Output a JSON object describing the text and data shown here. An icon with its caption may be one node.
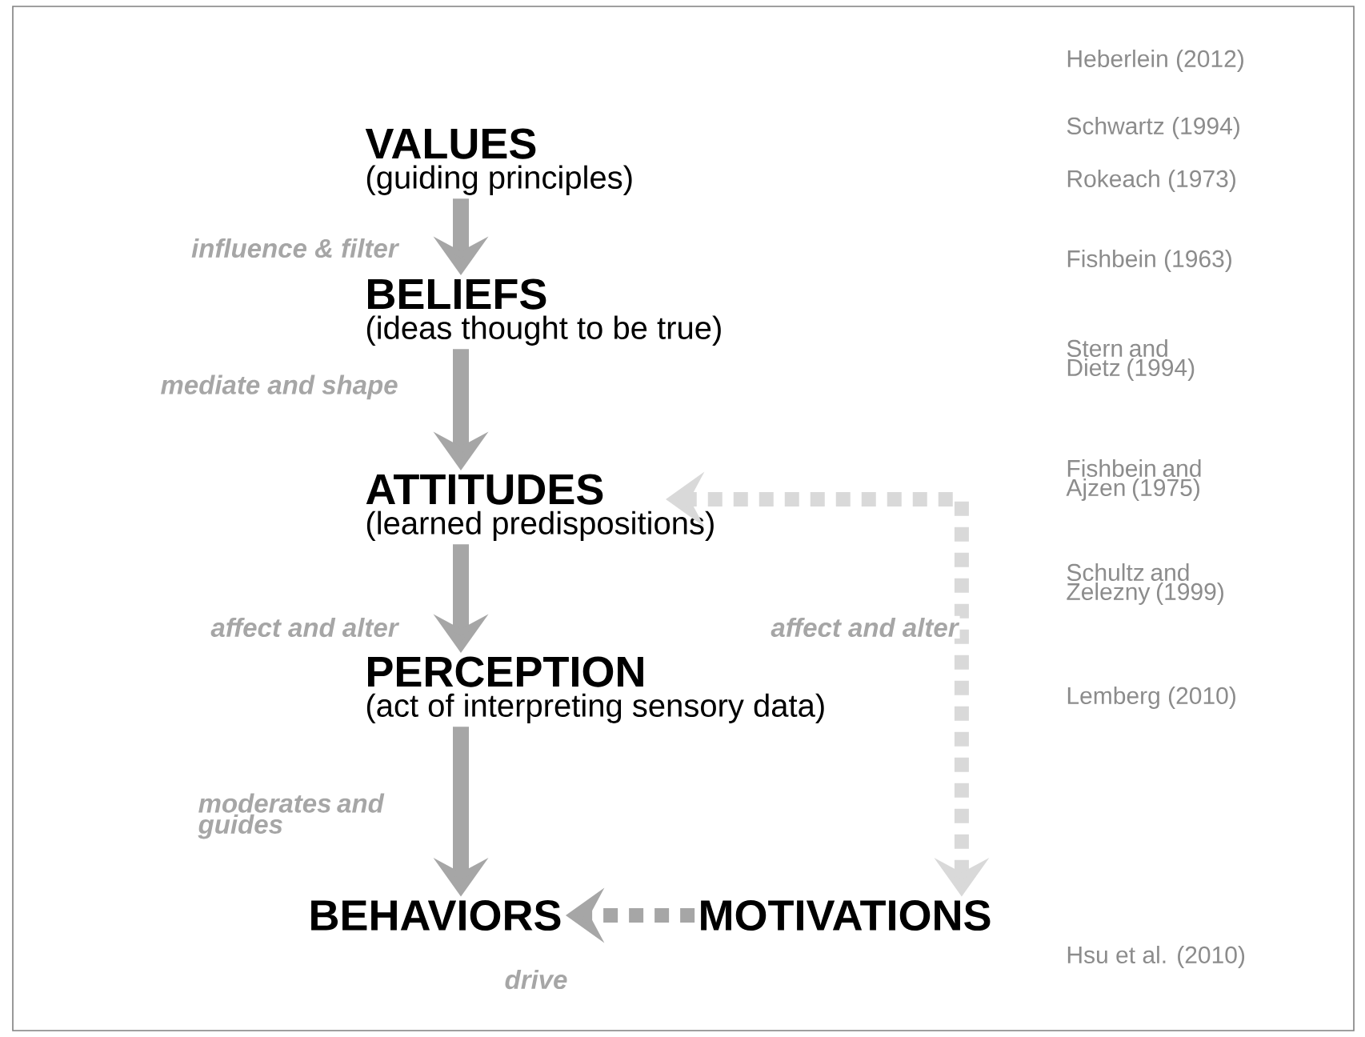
{
  "diagram": {
    "nodes": [
      {
        "text": [
          "VALUES",
          "(guiding principles)"
        ]
      },
      {
        "text": [
          "BELIEFS",
          "(ideas thought to be true)"
        ]
      },
      {
        "text": [
          "ATTITUDES",
          "(learned predispositions)"
        ]
      },
      {
        "text": [
          "PERCEPTION",
          "(act of interpreting sensory data)"
        ]
      },
      {
        "text": [
          "BEHAVIORS"
        ]
      },
      {
        "text": [
          "MOTIVATIONS"
        ]
      }
    ],
    "edges": [
      {
        "from": 0,
        "to": 1,
        "arrow": "to",
        "label": "influence & filter"
      },
      {
        "from": 1,
        "to": 2,
        "arrow": "to",
        "label": "mediate and shape"
      },
      {
        "from": 2,
        "to": 3,
        "arrow": "to",
        "label": "affect and alter"
      },
      {
        "from": 3,
        "to": 4,
        "arrow": "to",
        "label": "moderates and guides"
      },
      {
        "from": 5,
        "to": 4,
        "arrow": "to",
        "label": "drive",
        "style": "dashed"
      },
      {
        "from": 5,
        "to": 2,
        "arrow": "both",
        "label": "affect and alter",
        "style": "dashed",
        "color": "#d9d9d9"
      }
    ],
    "labels": [
      "Heberlein (2012)",
      "Schwartz (1994)",
      "Rokeach (1973)",
      "Fishbein (1963)",
      "Stern and Dietz (1994)",
      "Fishbein and Ajzen (1975)",
      "Schultz and Zelezny (1999)",
      "Lemberg (2010)",
      "Hsu et al. (2010)"
    ]
  }
}
